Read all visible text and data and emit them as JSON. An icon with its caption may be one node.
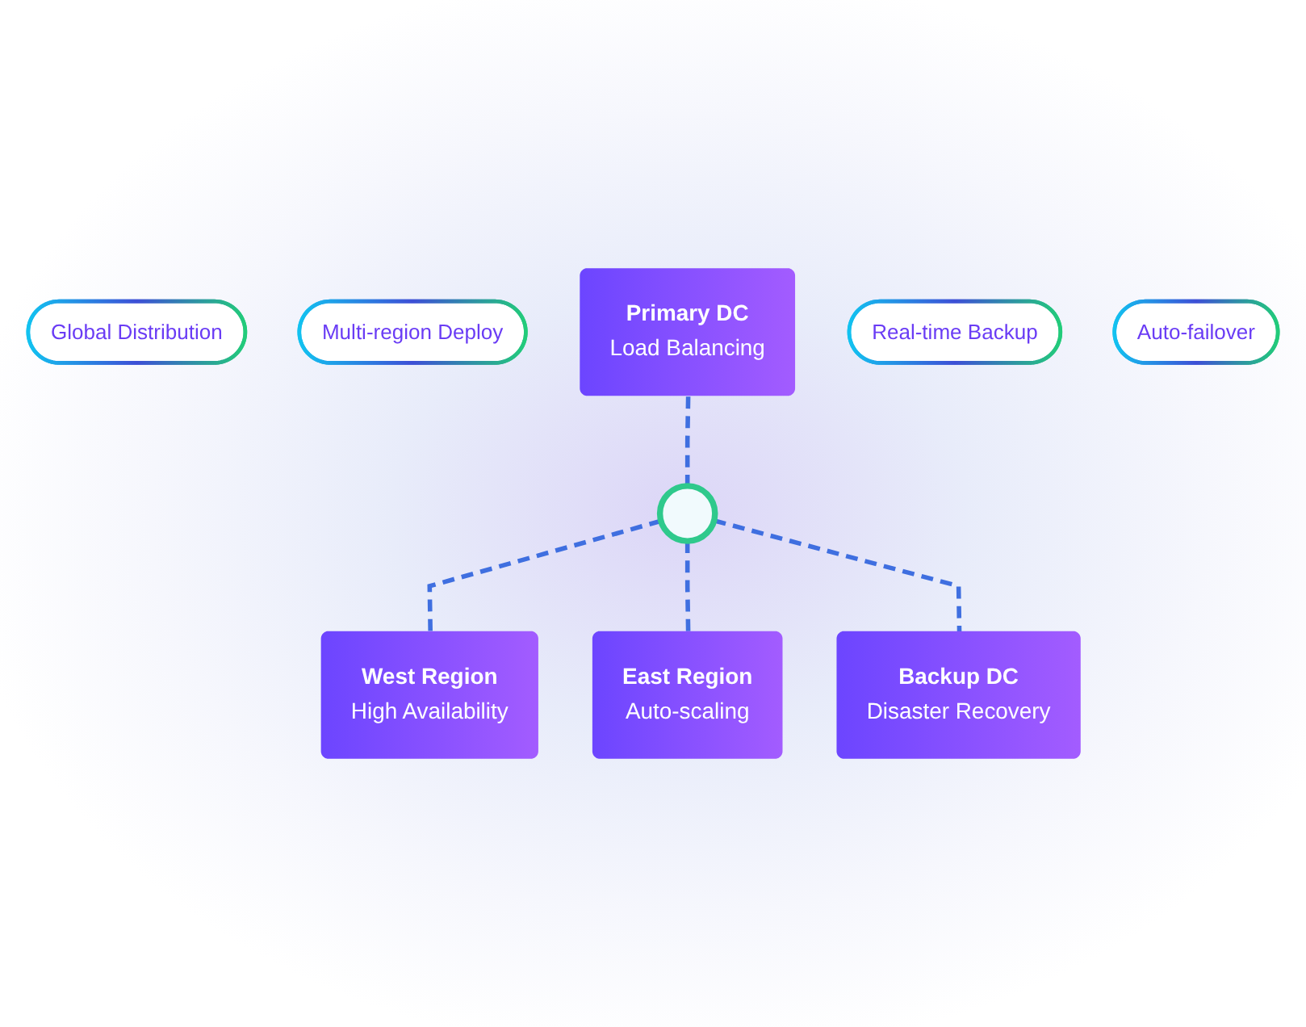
{
  "diagram": {
    "nodes": [
      {
        "text": [
          "Primary DC",
          "Load Balancing"
        ]
      },
      {
        "text": [
          "Global Distribution"
        ]
      },
      {
        "text": [
          "Real-time Backup"
        ]
      },
      {
        "text": [
          "West Region",
          "High Availability"
        ]
      },
      {
        "text": [],
        "shape": "circle"
      },
      {
        "text": [
          "East Region",
          "Auto-scaling"
        ]
      },
      {
        "text": [
          "Multi-region Deploy"
        ]
      },
      {
        "text": [
          "Auto-failover"
        ]
      },
      {
        "text": [
          "Backup DC",
          "Disaster Recovery"
        ]
      }
    ],
    "edges": [
      {
        "from": 0,
        "to": 4,
        "arrow": "none",
        "style": "dashed"
      },
      {
        "from": 4,
        "to": 3,
        "arrow": "none",
        "style": "dashed"
      },
      {
        "from": 4,
        "to": 5,
        "arrow": "none",
        "style": "dashed"
      },
      {
        "from": 4,
        "to": 8,
        "arrow": "none",
        "style": "dashed"
      }
    ]
  }
}
